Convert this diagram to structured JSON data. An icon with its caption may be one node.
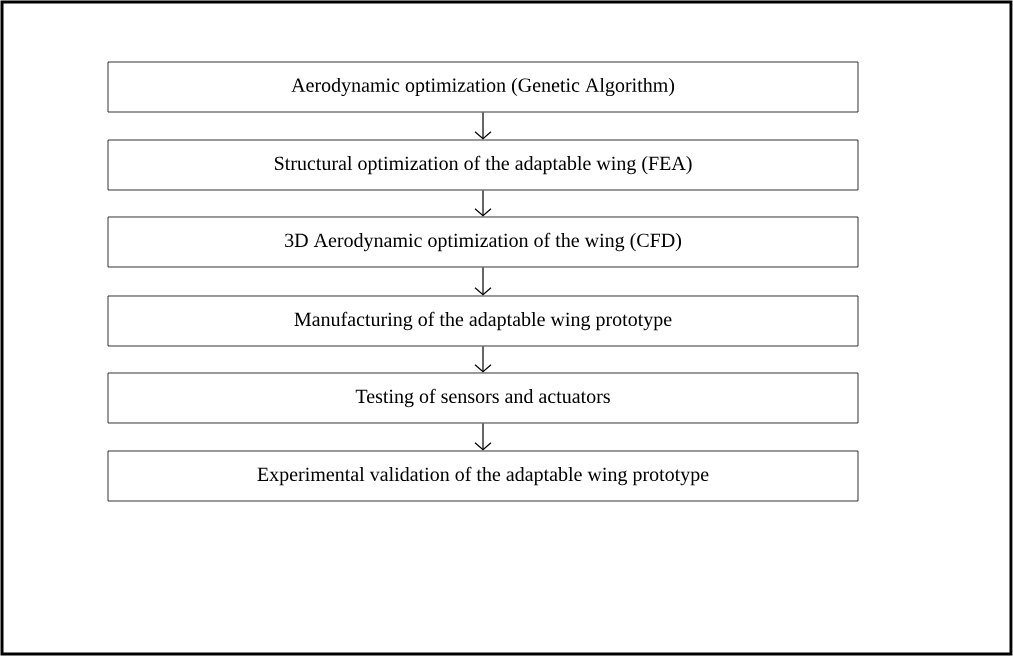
{
  "diagram": {
    "nodes": [
      {
        "text": [
          "Aerodynamic optimization (Genetic Algorithm)"
        ]
      },
      {
        "text": [
          "Structural optimization of the adaptable wing (FEA)"
        ]
      },
      {
        "text": [
          "3D Aerodynamic optimization of the wing (CFD)"
        ]
      },
      {
        "text": [
          "Manufacturing of the adaptable wing prototype"
        ]
      },
      {
        "text": [
          "Testing of sensors and actuators"
        ]
      },
      {
        "text": [
          "Experimental validation of the adaptable wing prototype"
        ]
      }
    ],
    "edges": [
      {
        "from": 0,
        "to": 1,
        "arrow": "to"
      },
      {
        "from": 1,
        "to": 2,
        "arrow": "to"
      },
      {
        "from": 2,
        "to": 3,
        "arrow": "to"
      },
      {
        "from": 3,
        "to": 4,
        "arrow": "to"
      },
      {
        "from": 4,
        "to": 5,
        "arrow": "to"
      }
    ]
  }
}
